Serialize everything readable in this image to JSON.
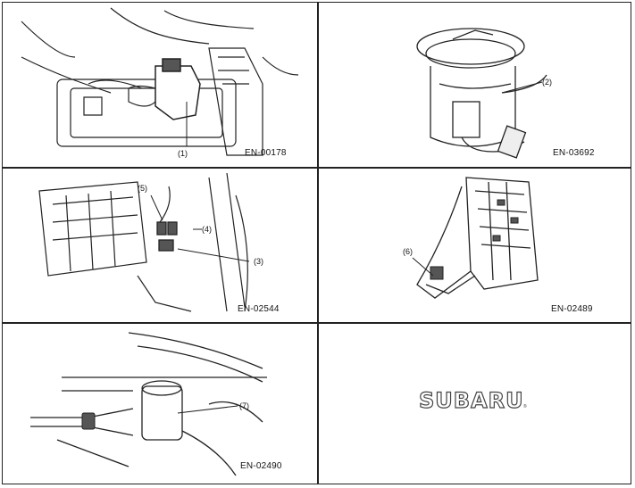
{
  "panels": [
    {
      "id": "p1",
      "code": "EN-00178",
      "callouts": [
        "(1)"
      ]
    },
    {
      "id": "p2",
      "code": "EN-03692",
      "callouts": [
        "(2)"
      ]
    },
    {
      "id": "p3",
      "code": "EN-02544",
      "callouts": [
        "(5)",
        "(4)",
        "(3)"
      ]
    },
    {
      "id": "p4",
      "code": "EN-02489",
      "callouts": [
        "(6)"
      ]
    },
    {
      "id": "p5",
      "code": "EN-02490",
      "callouts": [
        "(7)"
      ]
    }
  ],
  "logo": {
    "text": "SUBARU",
    "mark": "®"
  },
  "colors": {
    "line": "#222222",
    "background": "#ffffff",
    "shade": "#555555"
  }
}
